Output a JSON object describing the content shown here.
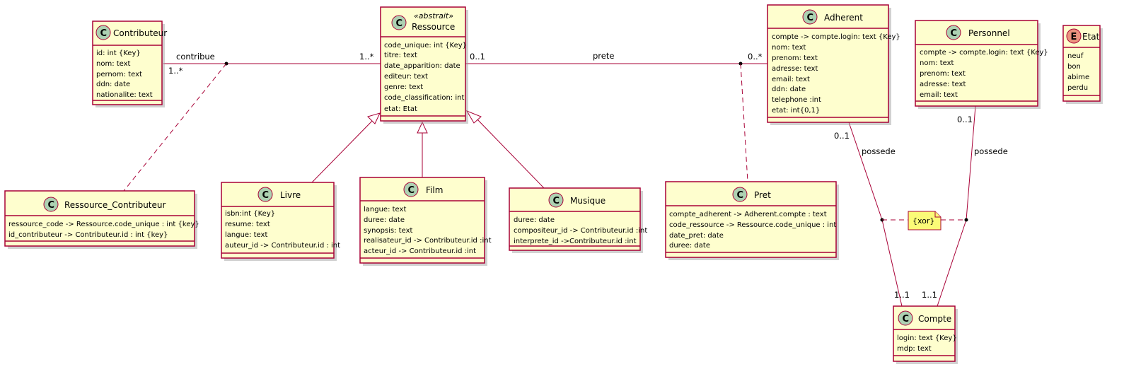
{
  "classes": {
    "contributeur": {
      "name": "Contributeur",
      "attrs": [
        "id: int {Key}",
        "nom: text",
        "pernom: text",
        "ddn: date",
        "nationalite: text"
      ]
    },
    "ressource": {
      "stereotype": "«abstrait»",
      "name": "Ressource",
      "attrs": [
        "code_unique: int {Key}",
        "titre: text",
        "date_apparition: date",
        "editeur: text",
        "genre: text",
        "code_classification: int",
        "etat: Etat"
      ]
    },
    "adherent": {
      "name": "Adherent",
      "attrs": [
        "compte -> compte.login: text {Key}",
        "nom: text",
        "prenom: text",
        "adresse: text",
        "email: text",
        "ddn: date",
        "telephone :int",
        "etat: int{0,1}"
      ]
    },
    "personnel": {
      "name": "Personnel",
      "attrs": [
        "compte -> compte.login: text {Key}",
        "nom: text",
        "prenom: text",
        "adresse: text",
        "email: text"
      ]
    },
    "etat": {
      "name": "Etat",
      "attrs": [
        "neuf",
        "bon",
        "abime",
        "perdu"
      ]
    },
    "ressource_contributeur": {
      "name": "Ressource_Contributeur",
      "attrs": [
        "ressource_code -> Ressource.code_unique : int {key}",
        "id_contributeur -> Contributeur.id : int {key}"
      ]
    },
    "livre": {
      "name": "Livre",
      "attrs": [
        "isbn:int {Key}",
        "resume: text",
        "langue: text",
        "auteur_id -> Contributeur.id : int"
      ]
    },
    "film": {
      "name": "Film",
      "attrs": [
        "langue: text",
        "duree: date",
        "synopsis: text",
        "realisateur_id -> Contributeur.id :int",
        "acteur_id -> Contributeur.id :int"
      ]
    },
    "musique": {
      "name": "Musique",
      "attrs": [
        "duree: date",
        "compositeur_id -> Contributeur.id :int",
        "interprete_id ->Contributeur.id :int"
      ]
    },
    "pret": {
      "name": "Pret",
      "attrs": [
        "compte_adherent -> Adherent.compte : text",
        "code_ressource -> Ressource.code_unique : int",
        "date_pret: date",
        "duree: date"
      ]
    },
    "compte": {
      "name": "Compte",
      "attrs": [
        "login: text {Key}",
        "mdp: text"
      ]
    }
  },
  "circle_letters": {
    "class": "C",
    "enum": "E"
  },
  "relations": {
    "contribue": {
      "label": "contribue",
      "mult_left": "1..*",
      "mult_right": "1..*"
    },
    "prete": {
      "label": "prete",
      "mult_left": "0..1",
      "mult_right": "0..*"
    },
    "adherent_possede": {
      "label": "possede",
      "mult_top": "0..1",
      "mult_bottom": "1..1"
    },
    "personnel_possede": {
      "label": "possede",
      "mult_top": "0..1",
      "mult_bottom": "1..1"
    }
  },
  "note": {
    "text": "{xor}"
  },
  "colors": {
    "box_fill": "#FEFECE",
    "border": "#A80036",
    "class_circle": "#ADD1B2",
    "enum_circle": "#EB937F",
    "note_fill": "#FBFB77"
  }
}
